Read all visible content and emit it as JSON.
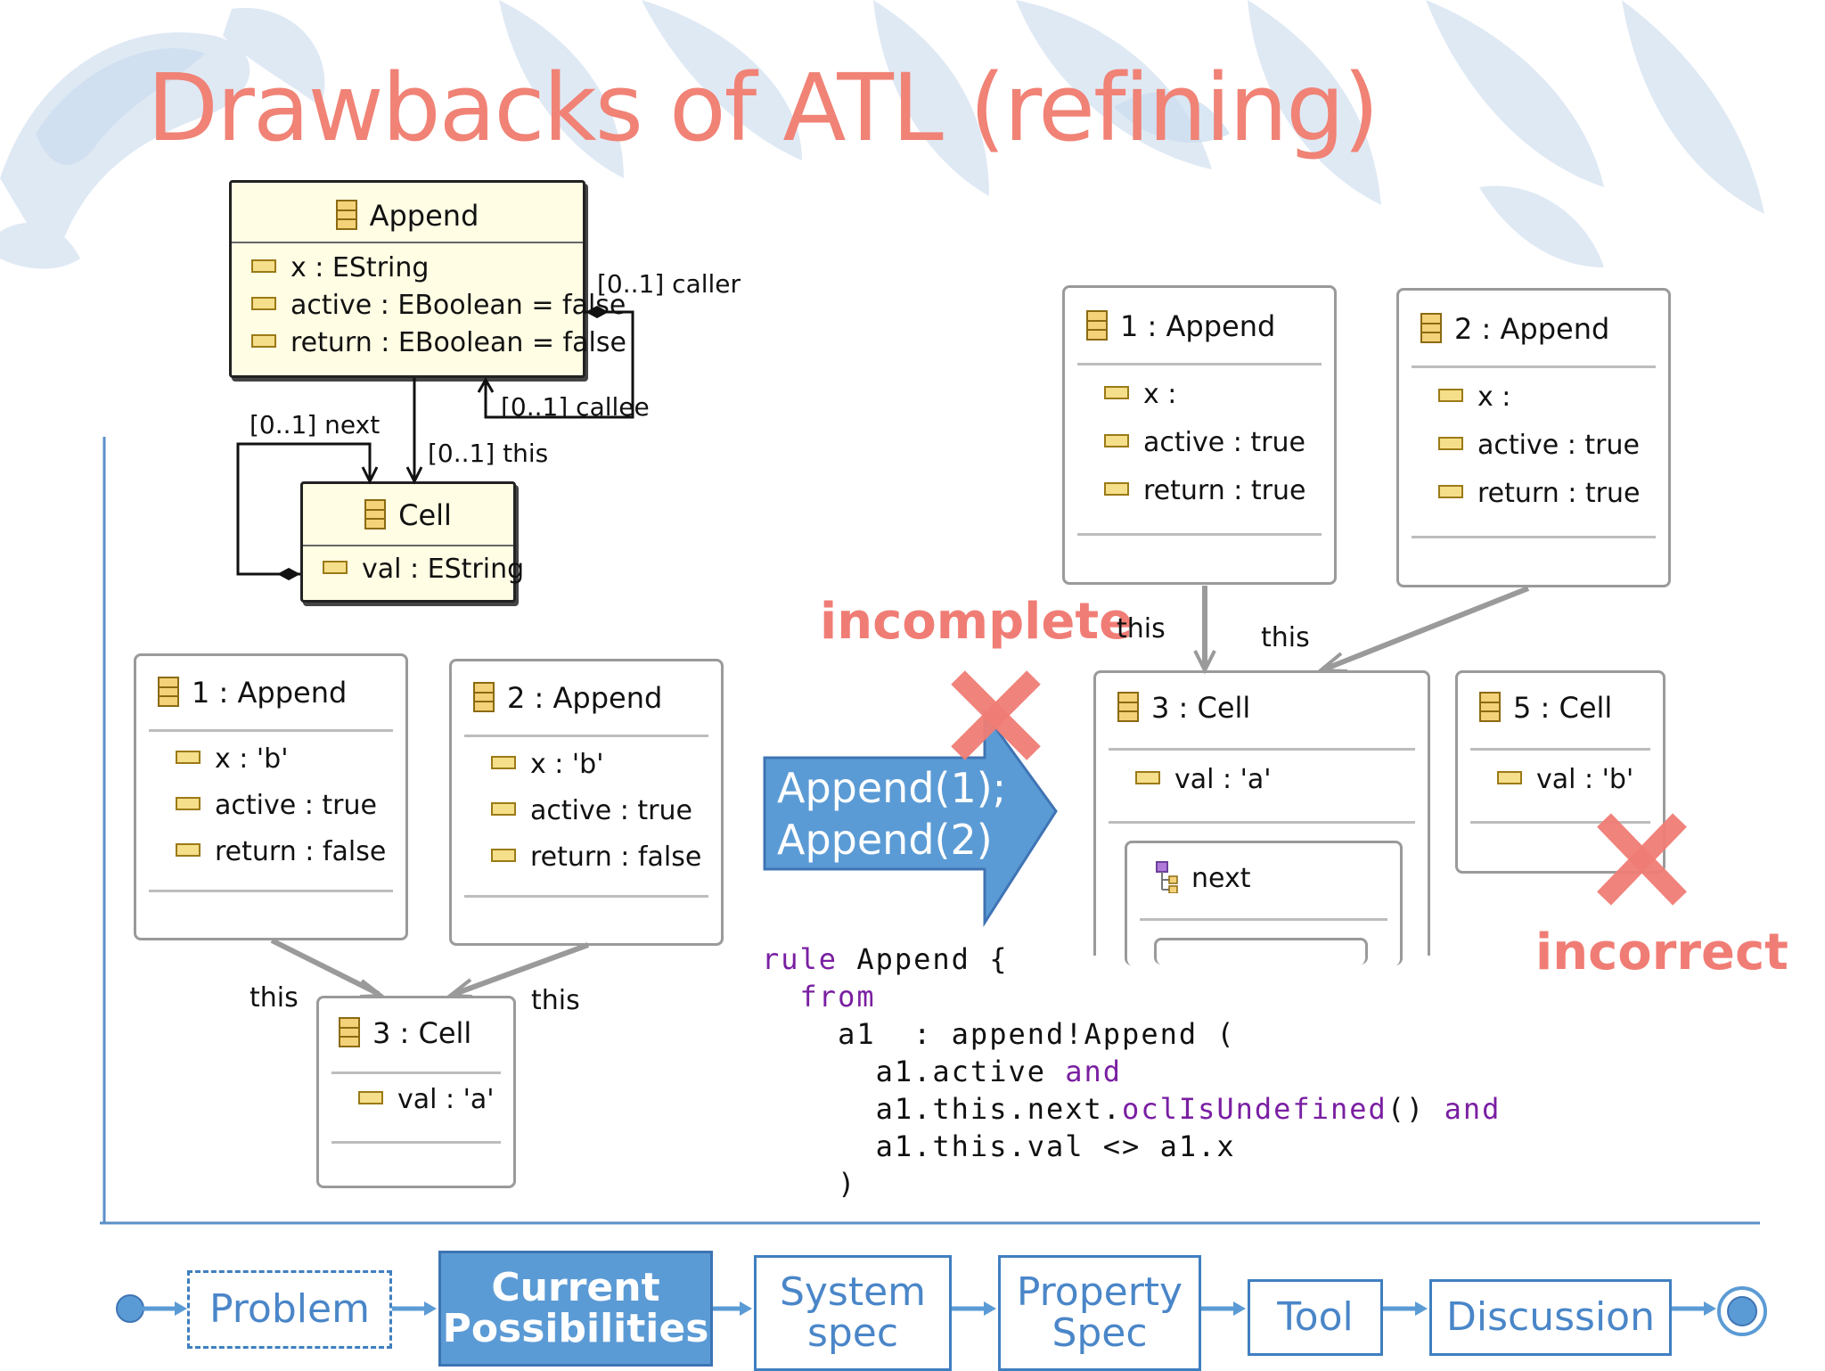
{
  "title": "Drawbacks of ATL (refining)",
  "class_diagram": {
    "append": {
      "name": "Append",
      "attributes": [
        "x : EString",
        "active : EBoolean = false",
        "return : EBoolean = false"
      ]
    },
    "cell": {
      "name": "Cell",
      "attributes": [
        "val : EString"
      ]
    },
    "roles": {
      "caller": "[0..1] caller",
      "callee": "[0..1] callee",
      "next": "[0..1] next",
      "this": "[0..1] this"
    }
  },
  "before": {
    "append1": {
      "name": "1 : Append",
      "attributes": [
        "x : 'b'",
        "active : true",
        "return : false"
      ]
    },
    "append2": {
      "name": "2 : Append",
      "attributes": [
        "x : 'b'",
        "active : true",
        "return : false"
      ]
    },
    "cell3": {
      "name": "3 : Cell",
      "attributes": [
        "val : 'a'"
      ]
    },
    "this_left": "this",
    "this_right": "this"
  },
  "transform_arrow": {
    "line1": "Append(1);",
    "line2": "Append(2)"
  },
  "after": {
    "append1": {
      "name": "1 : Append",
      "attributes": [
        "x :",
        "active : true",
        "return : true"
      ]
    },
    "append2": {
      "name": "2 : Append",
      "attributes": [
        "x :",
        "active : true",
        "return : true"
      ]
    },
    "cell3": {
      "name": "3 : Cell",
      "attributes": [
        "val : 'a'"
      ],
      "child": "next"
    },
    "cell5": {
      "name": "5 : Cell",
      "attributes": [
        "val : 'b'"
      ]
    },
    "this_left": "this",
    "this_right": "this"
  },
  "labels": {
    "incomplete": "incomplete",
    "incorrect": "incorrect"
  },
  "code": {
    "line1_kw": "rule",
    "line1_rest": " Append {",
    "line2_kw": "from",
    "line3": "a1  : append!Append (",
    "line4_a": "a1.active ",
    "line4_kw": "and",
    "line5_a": "a1.this.next.",
    "line5_kw": "oclIsUndefined",
    "line5_b": "() ",
    "line5_kw2": "and",
    "line6": "a1.this.val <> a1.x",
    "line7": ")"
  },
  "nav": {
    "items": [
      "Problem",
      "Current Possibilities",
      "System spec",
      "Property Spec",
      "Tool",
      "Discussion"
    ],
    "active": "Current Possibilities"
  },
  "colors": {
    "title": "#f08276",
    "accent": "#5b9bd5",
    "keyword": "#7a1fa2"
  }
}
